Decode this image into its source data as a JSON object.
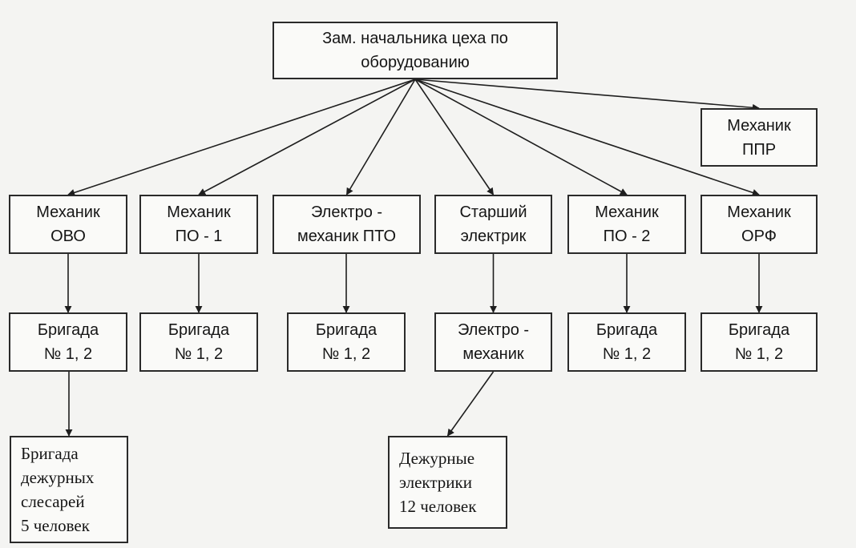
{
  "nodes": {
    "root": "Зам. начальника цеха по\nоборудованию",
    "ppr": "Механик\nППР",
    "ovo": "Механик\nОВО",
    "po1": "Механик\nПО - 1",
    "pto": "Электро -\nмеханик ПТО",
    "starshiy": "Старший\nэлектрик",
    "po2": "Механик\nПО - 2",
    "orf": "Механик\nОРФ",
    "brig_ovo": "Бригада\n№ 1, 2",
    "brig_po1": "Бригада\n№ 1, 2",
    "brig_pto": "Бригада\n№ 1, 2",
    "elektromekhanik": "Электро -\nмеханик",
    "brig_po2": "Бригада\n№ 1, 2",
    "brig_orf": "Бригада\n№ 1, 2",
    "brig_slesarey": "Бригада\nдежурных\nслесарей\n5 человек",
    "dezhurnye": "Дежурные\nэлектрики\n12 человек"
  },
  "edges": [
    [
      "root",
      "ppr"
    ],
    [
      "root",
      "ovo"
    ],
    [
      "root",
      "po1"
    ],
    [
      "root",
      "pto"
    ],
    [
      "root",
      "starshiy"
    ],
    [
      "root",
      "po2"
    ],
    [
      "root",
      "orf"
    ],
    [
      "ovo",
      "brig_ovo"
    ],
    [
      "po1",
      "brig_po1"
    ],
    [
      "pto",
      "brig_pto"
    ],
    [
      "starshiy",
      "elektromekhanik"
    ],
    [
      "po2",
      "brig_po2"
    ],
    [
      "orf",
      "brig_orf"
    ],
    [
      "brig_ovo",
      "brig_slesarey"
    ],
    [
      "elektromekhanik",
      "dezhurnye"
    ]
  ]
}
